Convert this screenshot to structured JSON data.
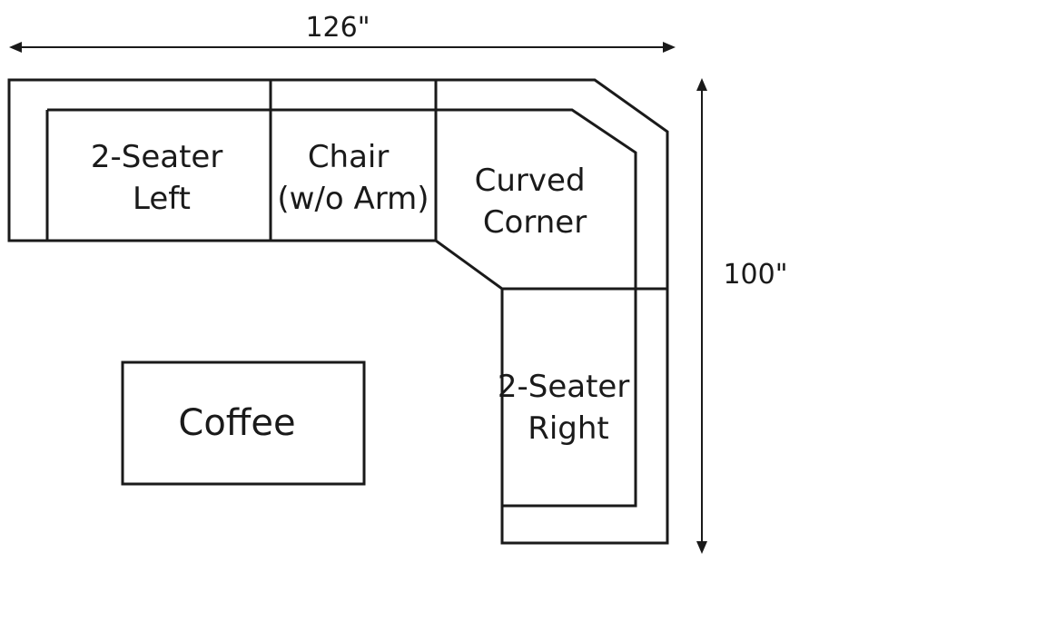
{
  "dimensions": {
    "width_label": "126\"",
    "height_label": "100\""
  },
  "pieces": {
    "two_seater_left": {
      "line1": "2-Seater",
      "line2": "Left"
    },
    "chair": {
      "line1": "Chair",
      "line2": "(w/o Arm)"
    },
    "curved_corner": {
      "line1": "Curved",
      "line2": "Corner"
    },
    "two_seater_right": {
      "line1": "2-Seater",
      "line2": "Right"
    },
    "coffee": {
      "label": "Coffee"
    }
  }
}
